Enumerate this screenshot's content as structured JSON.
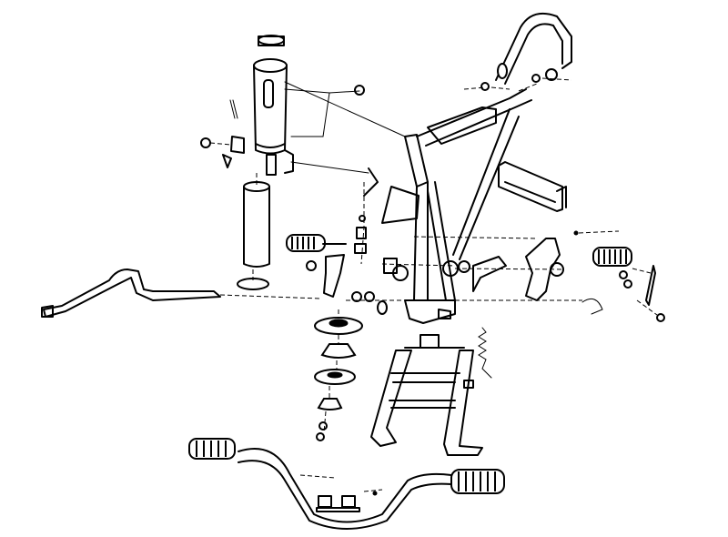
{
  "diagram": {
    "parts": [
      "frame",
      "steering-stem-tube",
      "steering-stem",
      "rear-grab-bar",
      "handlebar",
      "handle-grip-left",
      "handle-grip-right",
      "center-stand",
      "side-stand",
      "brake-pedal",
      "rear-footrest-right",
      "rear-footrest-left",
      "footrest-bracket",
      "head-bearing-cone",
      "head-bearing-race",
      "handlebar-clamp",
      "stand-spring",
      "battery-box-bracket"
    ],
    "colors": {
      "line": "#000000",
      "background": "#ffffff"
    }
  }
}
